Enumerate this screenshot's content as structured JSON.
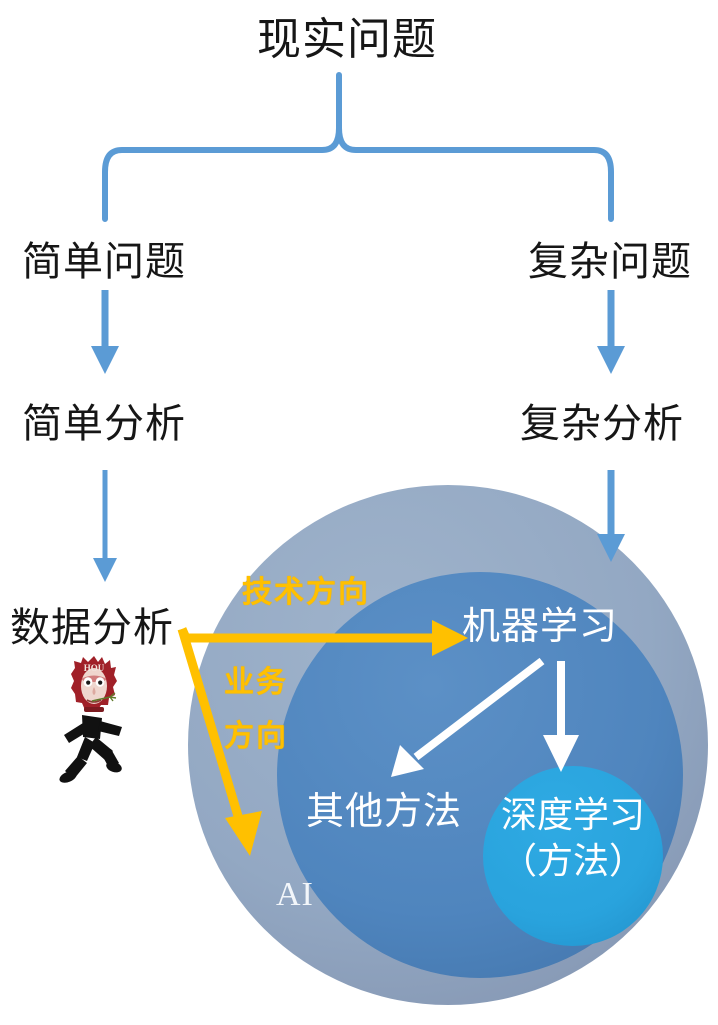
{
  "diagram": {
    "title_node": "现实问题",
    "branch_left": "简单问题",
    "branch_right": "复杂问题",
    "step_left": "简单分析",
    "step_right": "复杂分析",
    "endpoint_left": "数据分析",
    "mascot_text": "HOU",
    "circles": {
      "outer_label": "AI",
      "middle_label_top": "机器学习",
      "middle_label_bottom": "其他方法",
      "inner_label_line1": "深度学习",
      "inner_label_line2": "（方法）"
    },
    "annotations": {
      "tech_direction": "技术方向",
      "business_direction_line1": "业务",
      "business_direction_line2": "方向"
    },
    "colors": {
      "connector_blue": "#5B9BD5",
      "outer_circle": "#93A9C4",
      "middle_circle": "#4F85BE",
      "inner_circle": "#29A3DD",
      "accent_yellow": "#FFC000",
      "white_arrow": "#FFFFFF",
      "text_black": "#161616"
    }
  }
}
